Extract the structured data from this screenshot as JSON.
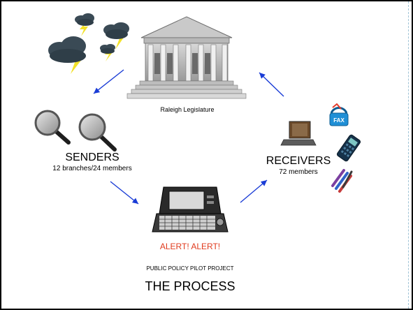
{
  "legislature": {
    "label": "Raleigh Legislature"
  },
  "senders": {
    "title": "SENDERS",
    "subtitle": "12 branches/24 members"
  },
  "receivers": {
    "title": "RECEIVERS",
    "subtitle": "72 members"
  },
  "alert": {
    "text": "ALERT! ALERT!",
    "color": "#e03a1d"
  },
  "fax": {
    "label": "FAX"
  },
  "footer": {
    "project": "PUBLIC POLICY PILOT PROJECT",
    "title": "THE PROCESS"
  },
  "icons": [
    "storm-cloud-icon",
    "government-building-icon",
    "magnifying-glass-icon",
    "laptop-icon",
    "fax-phone-icon",
    "calculator-icon",
    "pens-icon",
    "computer-terminal-icon"
  ],
  "colors": {
    "arrow": "#1a3cd6",
    "alert": "#e03a1d",
    "cloud": "#3a4a55",
    "lightning": "#f3e22a"
  }
}
